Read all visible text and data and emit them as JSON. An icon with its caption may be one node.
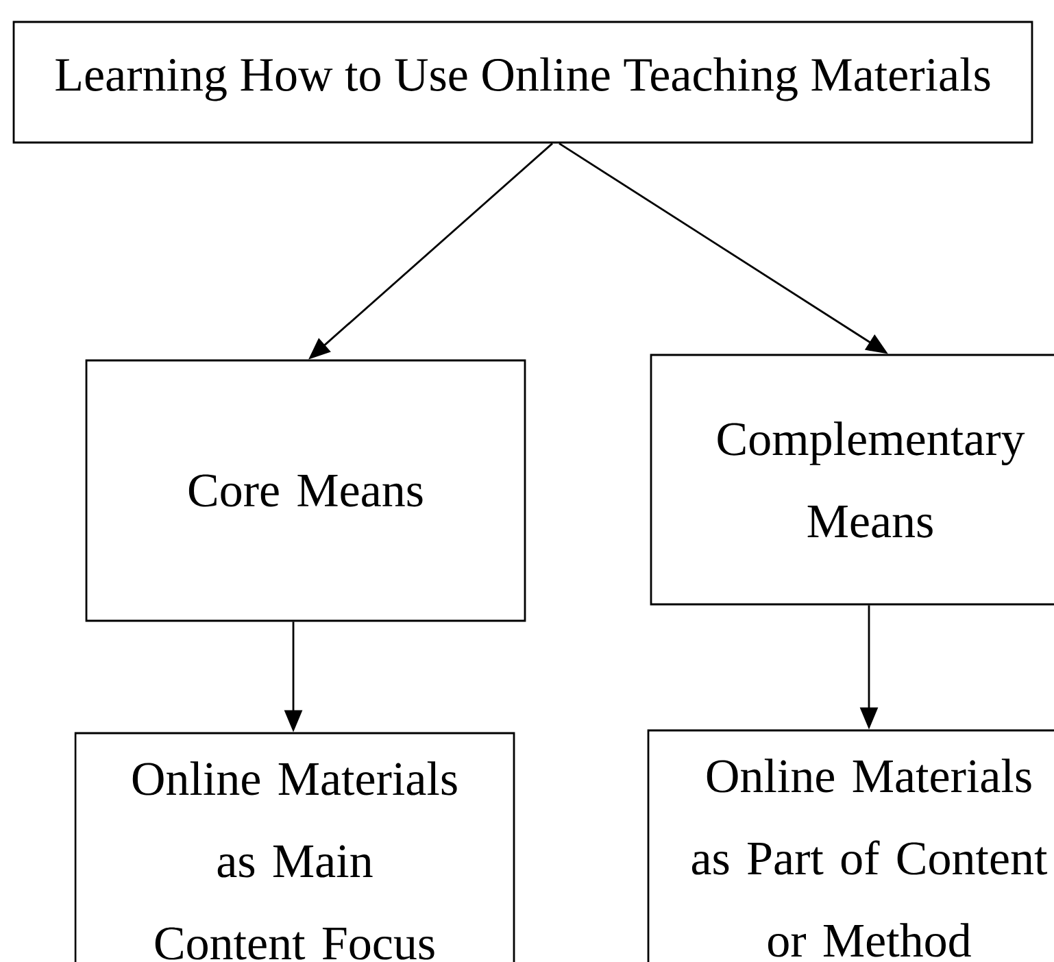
{
  "diagram": {
    "nodes": [
      {
        "text": [
          "Learning How to Use Online Teaching Materials"
        ]
      },
      {
        "text": [
          "Core Means"
        ]
      },
      {
        "text": [
          "Complementary Means"
        ]
      },
      {
        "text": [
          "Online Materials as Main Content Focus"
        ]
      },
      {
        "text": [
          "Online Materials as Part of Content or Method"
        ]
      }
    ],
    "edges": [
      {
        "from": 0,
        "to": 1,
        "arrow": "to"
      },
      {
        "from": 0,
        "to": 2,
        "arrow": "to"
      },
      {
        "from": 1,
        "to": 3,
        "arrow": "to"
      },
      {
        "from": 2,
        "to": 4,
        "arrow": "to"
      }
    ]
  }
}
